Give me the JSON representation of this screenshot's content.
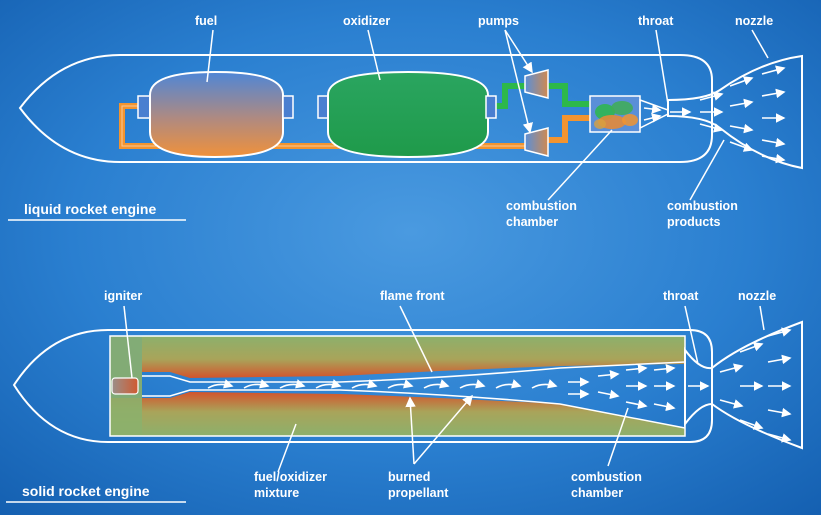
{
  "liquid_engine": {
    "title": "liquid rocket engine",
    "labels": {
      "fuel": "fuel",
      "oxidizer": "oxidizer",
      "pumps": "pumps",
      "throat": "throat",
      "nozzle": "nozzle",
      "combustion_chamber_1": "combustion",
      "combustion_chamber_2": "chamber",
      "combustion_products_1": "combustion",
      "combustion_products_2": "products"
    }
  },
  "solid_engine": {
    "title": "solid rocket engine",
    "labels": {
      "igniter": "igniter",
      "flame_front": "flame front",
      "throat": "throat",
      "nozzle": "nozzle",
      "mixture_1": "fuel/oxidizer",
      "mixture_2": "mixture",
      "burned_1": "burned",
      "burned_2": "propellant",
      "chamber_1": "combustion",
      "chamber_2": "chamber"
    }
  },
  "colors": {
    "background": "#1f6fbf",
    "outline": "#ffffff",
    "fuel_top": "#4a7fd0",
    "fuel_bottom": "#f0913a",
    "oxidizer": "#1fa35a",
    "fuel_line": "#f29430",
    "ox_line": "#2db84a",
    "propellant_green": "#88b070",
    "propellant_red": "#d3542c"
  }
}
